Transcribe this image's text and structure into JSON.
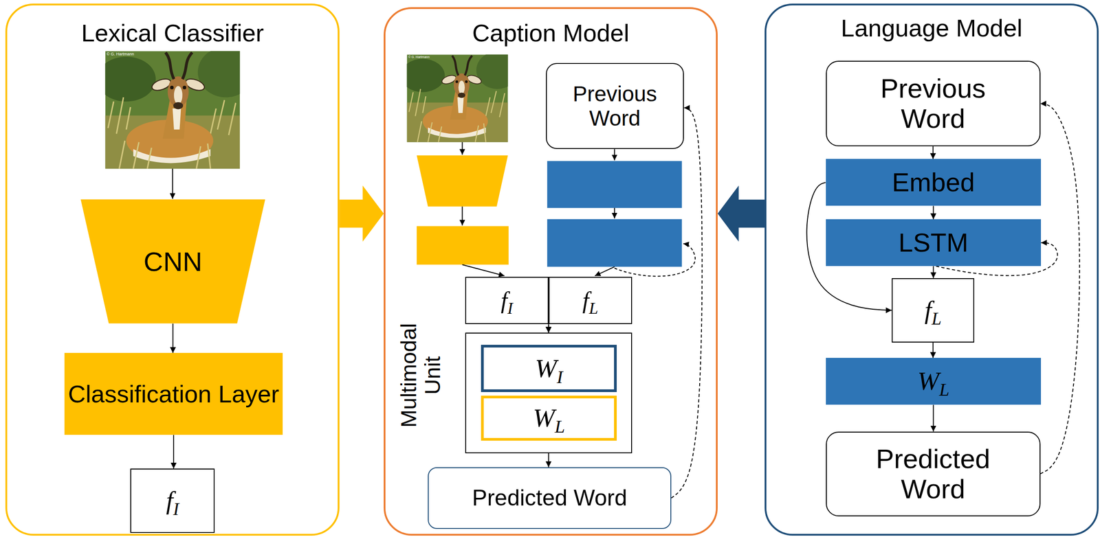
{
  "diagram": {
    "nodes": [
      {
        "text": [
          "Lexical Classifier"
        ]
      },
      {
        "text": [
          "CNN"
        ],
        "in": 0
      },
      {
        "text": [
          "Classification Layer"
        ],
        "in": 0
      },
      {
        "text": [
          "f",
          "I"
        ],
        "in": 0
      },
      {
        "text": [
          "Caption Model"
        ]
      },
      {
        "text": [
          "Previous Word"
        ],
        "in": 4
      },
      {
        "text": [
          "f",
          "I"
        ],
        "in": 4
      },
      {
        "text": [
          "f",
          "L"
        ],
        "in": 4
      },
      {
        "text": [
          "Multimodal Unit"
        ],
        "in": 4
      },
      {
        "text": [
          "W",
          "I"
        ],
        "in": 8
      },
      {
        "text": [
          "W",
          "L"
        ],
        "in": 8
      },
      {
        "text": [
          "Predicted Word"
        ],
        "in": 4
      },
      {
        "text": [
          "Language Model"
        ]
      },
      {
        "text": [
          "Previous Word"
        ],
        "in": 12
      },
      {
        "text": [
          "Embed"
        ],
        "in": 12
      },
      {
        "text": [
          "LSTM"
        ],
        "in": 12
      },
      {
        "text": [
          "f",
          "L"
        ],
        "in": 12
      },
      {
        "text": [
          "W",
          "L"
        ],
        "in": 12
      },
      {
        "text": [
          "Predicted Word"
        ],
        "in": 12
      }
    ],
    "edges": [
      {
        "from": 0,
        "to": 4,
        "arrow": "to"
      },
      {
        "from": 12,
        "to": 4,
        "arrow": "to"
      },
      {
        "from": 1,
        "to": 2,
        "arrow": "to"
      },
      {
        "from": 2,
        "to": 3,
        "arrow": "to"
      },
      {
        "from": 11,
        "to": 5,
        "arrow": "to"
      },
      {
        "from": 6,
        "to": 8,
        "arrow": "to"
      },
      {
        "from": 7,
        "to": 8,
        "arrow": "to"
      },
      {
        "from": 8,
        "to": 11,
        "arrow": "to"
      },
      {
        "from": 13,
        "to": 14,
        "arrow": "to"
      },
      {
        "from": 14,
        "to": 15,
        "arrow": "to"
      },
      {
        "from": 15,
        "to": 16,
        "arrow": "to"
      },
      {
        "from": 14,
        "to": 16,
        "arrow": "to"
      },
      {
        "from": 16,
        "to": 17,
        "arrow": "to"
      },
      {
        "from": 17,
        "to": 18,
        "arrow": "to"
      },
      {
        "from": 18,
        "to": 13,
        "arrow": "to"
      },
      {
        "from": 15,
        "to": 15,
        "arrow": "to"
      }
    ],
    "labels": [
      "© G. Hartmann",
      "© G. Hartmann"
    ]
  }
}
